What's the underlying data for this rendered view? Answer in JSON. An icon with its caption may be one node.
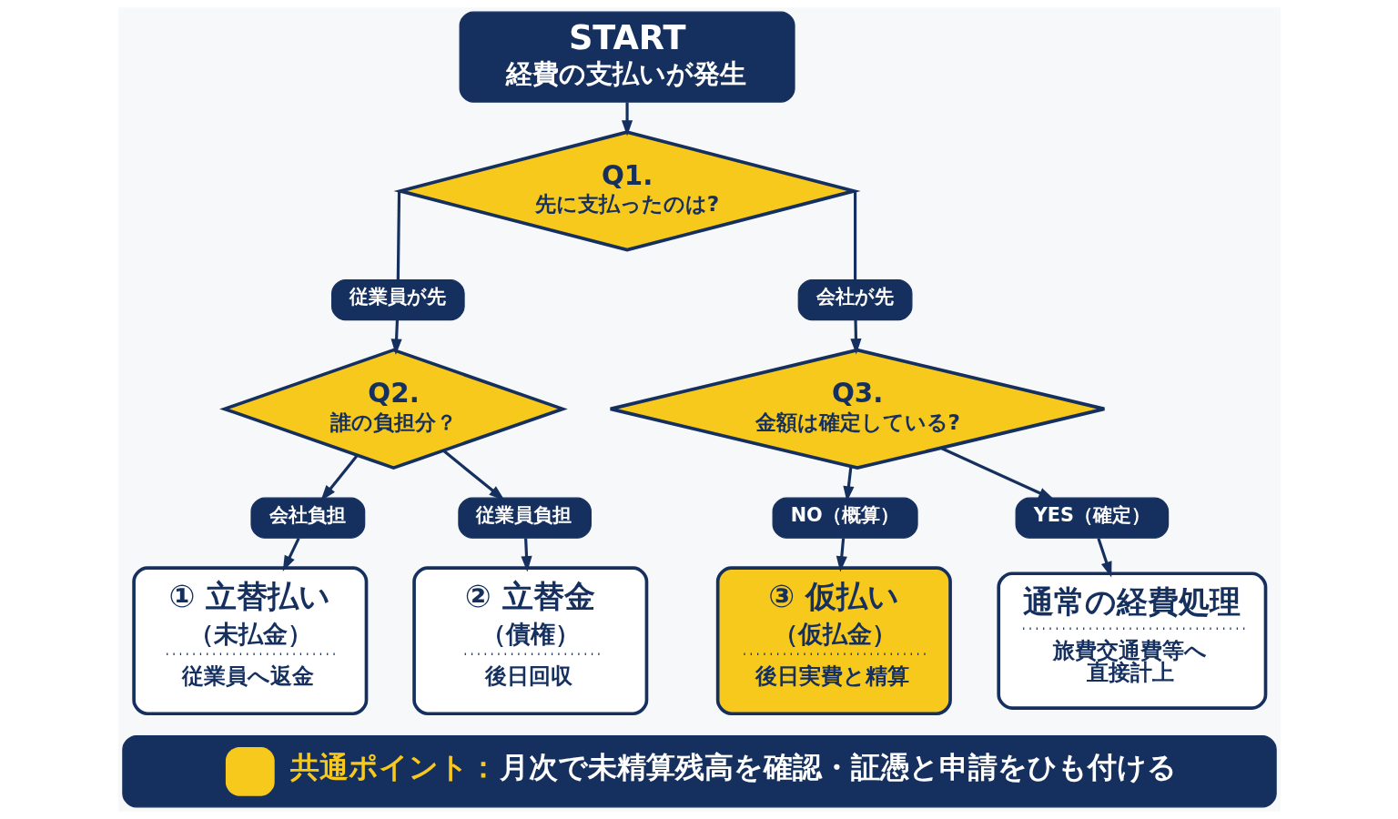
{
  "diagram": {
    "nodes": [
      {
        "text": [
          "START",
          "経費の支払いが発生"
        ]
      },
      {
        "text": [
          "Q1.",
          "先に支払ったのは?"
        ]
      },
      {
        "text": [
          "従業員が先"
        ]
      },
      {
        "text": [
          "会社が先"
        ]
      },
      {
        "text": [
          "Q2.",
          "誰の負担分？"
        ]
      },
      {
        "text": [
          "Q3.",
          "金額は確定している?"
        ]
      },
      {
        "text": [
          "会社負担"
        ]
      },
      {
        "text": [
          "従業員負担"
        ]
      },
      {
        "text": [
          "NO（概算）"
        ]
      },
      {
        "text": [
          "YES（確定）"
        ]
      },
      {
        "text": [
          "① 立替払い",
          "（未払金）",
          "従業員へ返金"
        ]
      },
      {
        "text": [
          "② 立替金",
          "（債権）",
          "後日回収"
        ]
      },
      {
        "text": [
          "③ 仮払い",
          "（仮払金）",
          "後日実費と精算"
        ]
      },
      {
        "text": [
          "通常の経費処理",
          "旅費交通費等へ直接計上"
        ]
      },
      {
        "text": [
          "共通ポイント：",
          "月次で未精算残高を確認・証憑と申請をひも付ける"
        ]
      }
    ],
    "edges": [
      {
        "from": 0,
        "to": 1,
        "arrow": "to"
      },
      {
        "from": 1,
        "to": 2,
        "arrow": "none"
      },
      {
        "from": 1,
        "to": 3,
        "arrow": "none"
      },
      {
        "from": 2,
        "to": 4,
        "arrow": "to"
      },
      {
        "from": 3,
        "to": 5,
        "arrow": "to"
      },
      {
        "from": 4,
        "to": 6,
        "arrow": "to"
      },
      {
        "from": 4,
        "to": 7,
        "arrow": "to"
      },
      {
        "from": 5,
        "to": 8,
        "arrow": "to"
      },
      {
        "from": 5,
        "to": 9,
        "arrow": "to"
      },
      {
        "from": 6,
        "to": 10,
        "arrow": "to"
      },
      {
        "from": 7,
        "to": 11,
        "arrow": "to"
      },
      {
        "from": 8,
        "to": 12,
        "arrow": "to"
      },
      {
        "from": 9,
        "to": 13,
        "arrow": "to"
      }
    ]
  }
}
